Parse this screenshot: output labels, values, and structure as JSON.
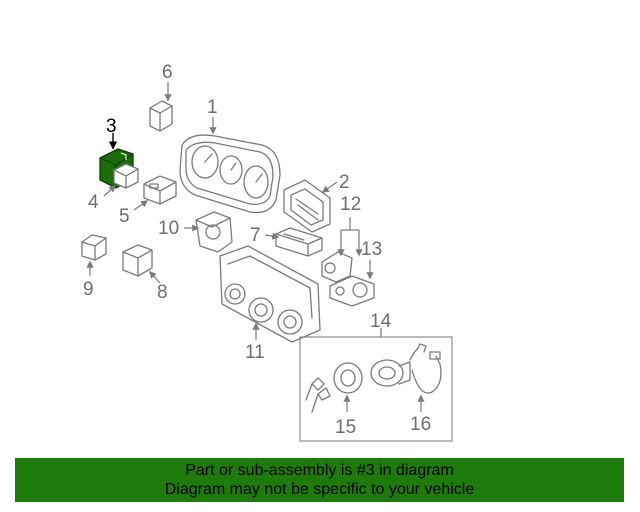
{
  "diagram": {
    "highlight_part": "3",
    "highlight_color": "#1a6d0a",
    "callouts": [
      "1",
      "2",
      "3",
      "4",
      "5",
      "6",
      "7",
      "8",
      "9",
      "10",
      "11",
      "12",
      "13",
      "14",
      "15",
      "16"
    ]
  },
  "banner": {
    "line1": "Part or sub-assembly is #3 in diagram",
    "line2": "Diagram may not be specific to your vehicle",
    "color": "#1f7a0c"
  }
}
